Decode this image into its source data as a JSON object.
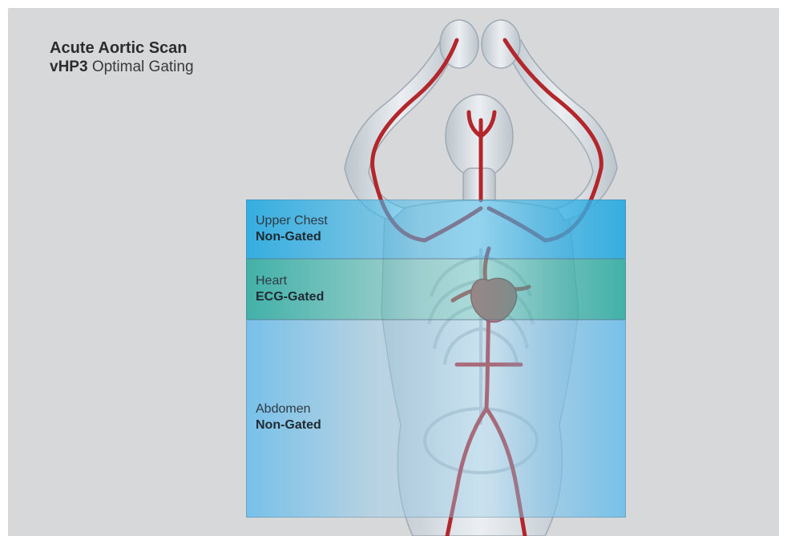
{
  "header": {
    "title": "Acute Aortic Scan",
    "subtitle_bold": "vHP3",
    "subtitle_rest": "Optimal Gating"
  },
  "zones": [
    {
      "region": "Upper Chest",
      "gating": "Non-Gated"
    },
    {
      "region": "Heart",
      "gating": "ECG-Gated"
    },
    {
      "region": "Abdomen",
      "gating": "Non-Gated"
    }
  ],
  "colors": {
    "background": "#d7d8da",
    "upper_chest_zone": "#28aae1",
    "heart_zone": "#28aaa0",
    "abdomen_zone": "#6ebeeb",
    "artery": "#b3262b",
    "body": "#e8eef2"
  }
}
